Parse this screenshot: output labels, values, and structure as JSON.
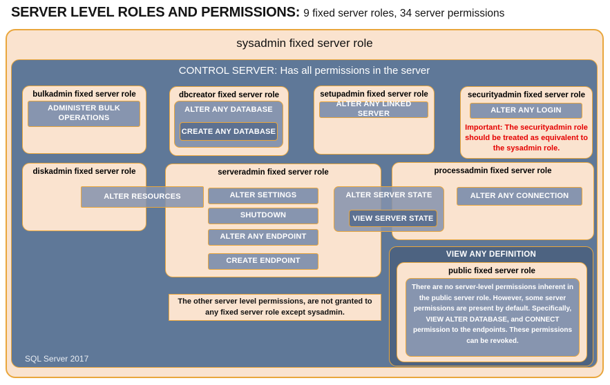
{
  "title": {
    "main": "SERVER LEVEL ROLES AND PERMISSIONS:",
    "subtitle": "9 fixed server roles, 34 server permissions"
  },
  "sysadmin_label": "sysadmin fixed server role",
  "control_server_label": "CONTROL SERVER: Has all permissions in the server",
  "roles": {
    "bulkadmin": {
      "title": "bulkadmin fixed server role",
      "permissions": [
        "ADMINISTER BULK OPERATIONS"
      ]
    },
    "dbcreator": {
      "title": "dbcreator fixed server role",
      "outer_permission": "ALTER ANY DATABASE",
      "nested_permission": "CREATE ANY DATABASE"
    },
    "setupadmin": {
      "title": "setupadmin fixed server role",
      "permissions": [
        "ALTER ANY LINKED SERVER"
      ]
    },
    "securityadmin": {
      "title": "securityadmin fixed server role",
      "permissions": [
        "ALTER ANY LOGIN"
      ],
      "warning": "Important: The securityadmin role should be treated as equivalent to the sysadmin role."
    },
    "diskadmin": {
      "title": "diskadmin fixed server role",
      "shared_permission": "ALTER RESOURCES"
    },
    "serveradmin": {
      "title": "serveradmin fixed server role",
      "permissions": [
        "ALTER SETTINGS",
        "SHUTDOWN",
        "ALTER ANY ENDPOINT",
        "CREATE ENDPOINT"
      ],
      "shared_outer_permission": "ALTER SERVER STATE",
      "shared_nested_permission": "VIEW SERVER STATE"
    },
    "processadmin": {
      "title": "processadmin fixed server role",
      "permissions": [
        "ALTER ANY CONNECTION"
      ]
    },
    "public": {
      "container_permission": "VIEW ANY DEFINITION",
      "title": "public fixed server role",
      "description": "There are no server-level permissions inherent in the public server role. However, some server permissions are present by default. Specifically, VIEW ALTER DATABASE, and CONNECT permission to the endpoints. These permissions can be revoked."
    }
  },
  "footnote": "The other server level permissions, are not granted to any fixed server role except sysadmin.",
  "footer": "SQL Server 2017",
  "colors": {
    "peach": "#FAE3CF",
    "orange_border": "#E9A63C",
    "control_blue": "#5F7898",
    "permission_fill": "#8795AF",
    "nested_fill": "#5D7191",
    "definition_fill": "#4D6381",
    "warning_red": "#E50000"
  }
}
